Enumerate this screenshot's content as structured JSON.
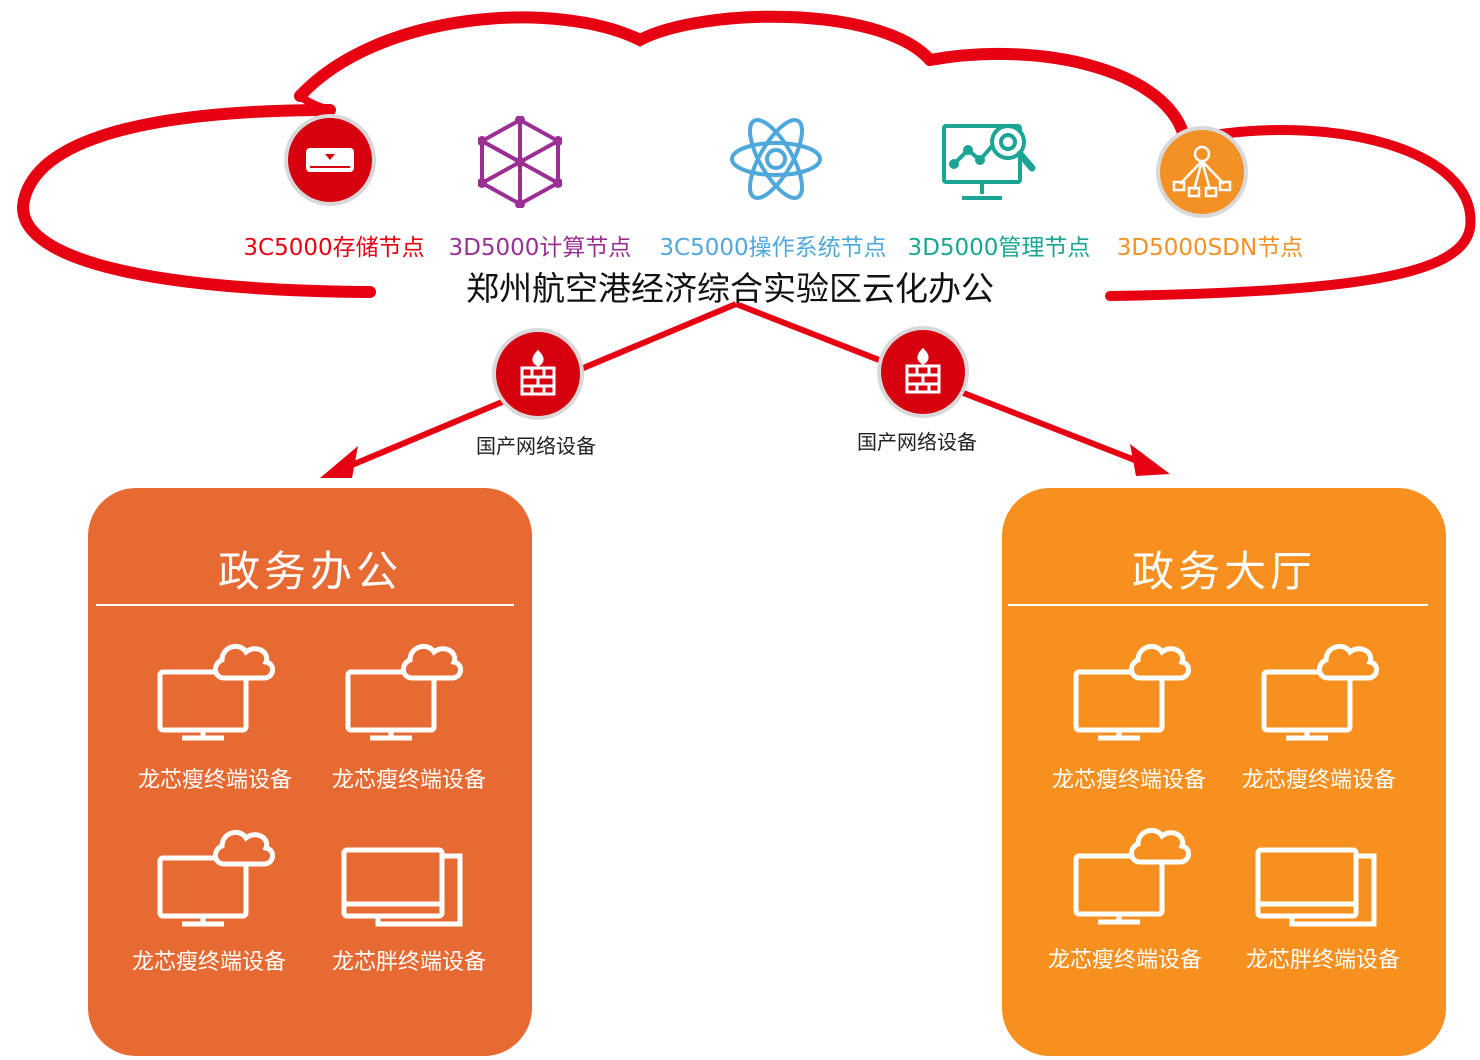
{
  "cloud": {
    "title": "郑州航空港经济综合实验区云化办公",
    "outline_color": "#e60012",
    "nodes": [
      {
        "label": "3C5000存储节点",
        "icon": "storage-drive-icon",
        "color": "#e60012"
      },
      {
        "label": "3D5000计算节点",
        "icon": "cube-network-icon",
        "color": "#9a2f94"
      },
      {
        "label": "3C5000操作系统节点",
        "icon": "atom-icon",
        "color": "#4fa8dc"
      },
      {
        "label": "3D5000管理节点",
        "icon": "monitor-analytics-icon",
        "color": "#1aa594"
      },
      {
        "label": "3D5000SDN节点",
        "icon": "sdn-network-icon",
        "color": "#f39124"
      }
    ]
  },
  "links": [
    {
      "label": "国产网络设备",
      "icon": "firewall-icon"
    },
    {
      "label": "国产网络设备",
      "icon": "firewall-icon"
    }
  ],
  "panels": [
    {
      "title": "政务办公",
      "color": "#e86a33",
      "devices": [
        {
          "label": "龙芯瘦终端设备",
          "icon": "cloud-monitor-icon"
        },
        {
          "label": "龙芯瘦终端设备",
          "icon": "cloud-monitor-icon"
        },
        {
          "label": "龙芯瘦终端设备",
          "icon": "cloud-monitor-icon"
        },
        {
          "label": "龙芯胖终端设备",
          "icon": "desktop-tower-icon"
        }
      ]
    },
    {
      "title": "政务大厅",
      "color": "#f7901e",
      "devices": [
        {
          "label": "龙芯瘦终端设备",
          "icon": "cloud-monitor-icon"
        },
        {
          "label": "龙芯瘦终端设备",
          "icon": "cloud-monitor-icon"
        },
        {
          "label": "龙芯瘦终端设备",
          "icon": "cloud-monitor-icon"
        },
        {
          "label": "龙芯胖终端设备",
          "icon": "desktop-tower-icon"
        }
      ]
    }
  ]
}
